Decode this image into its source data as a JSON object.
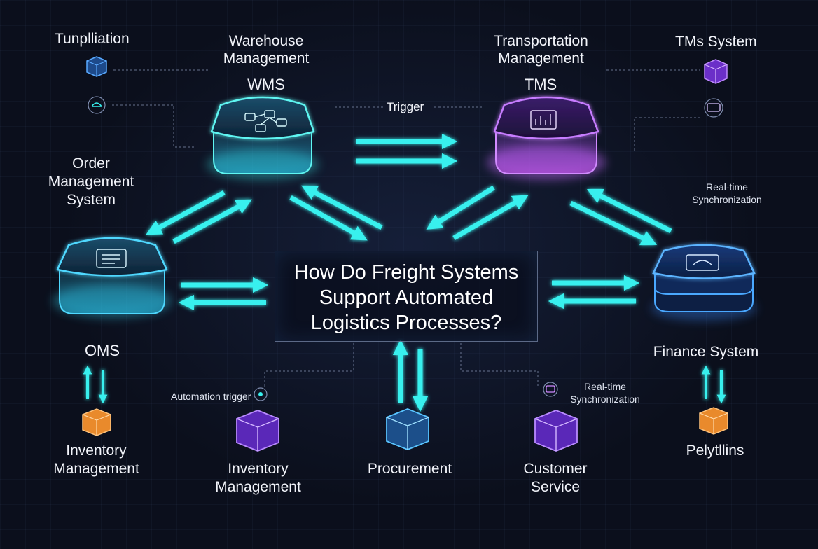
{
  "center": {
    "title": "How Do Freight Systems\nSupport Automated\nLogistics Processes?"
  },
  "labels": {
    "tunpllation": "Tunplliation",
    "wms_title": "Warehouse\nManagement",
    "wms_abbr": "WMS",
    "tms_title": "Transportation\nManagement",
    "tms_abbr": "TMS",
    "tms_system": "TMs System",
    "trigger": "Trigger",
    "order_mgmt": "Order\nManagement\nSystem",
    "realtime_right": "Real-time\nSynchronization",
    "oms": "OMS",
    "finance": "Finance System",
    "automation_trigger": "Automation trigger",
    "realtime_bottom": "Real-time\nSynchronization",
    "inventory_left": "Inventory\nManagement",
    "inventory_mid": "Inventory\nManagement",
    "procurement": "Procurement",
    "customer_service": "Customer\nService",
    "pelytllins": "Pelytllins"
  },
  "colors": {
    "background": "#0b0f1c",
    "cyan": "#38f0ee",
    "blue": "#3aa6ff",
    "purple": "#a45bff",
    "orange": "#f29a3a",
    "text": "#f2f4fa"
  },
  "icons": {
    "wms": "boxes-network-icon",
    "tms": "document-chart-icon",
    "oms": "order-list-icon",
    "finance": "finance-chip-icon"
  }
}
